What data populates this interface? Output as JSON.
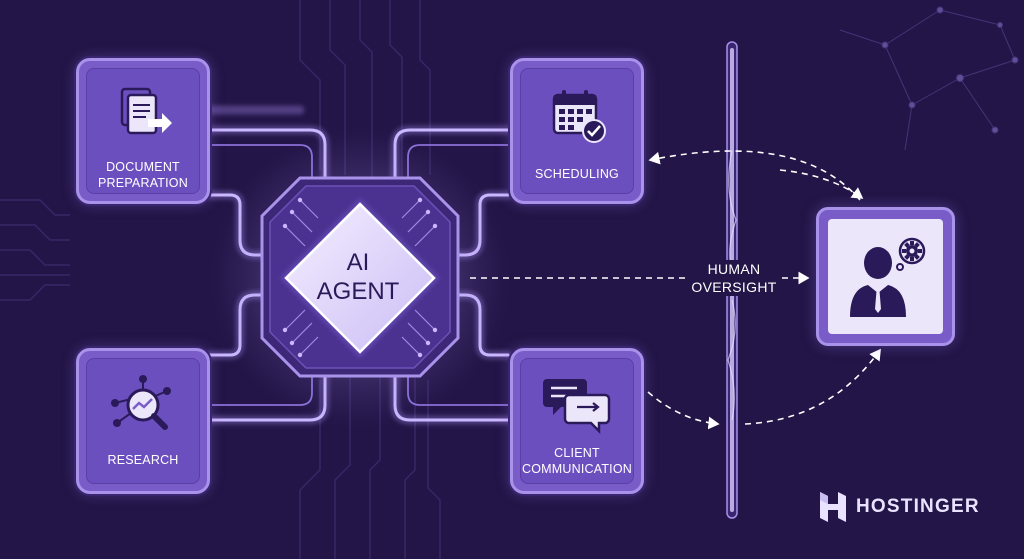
{
  "tasks": {
    "document_preparation": {
      "label": "DOCUMENT\nPREPARATION",
      "icon": "document-arrow-icon"
    },
    "scheduling": {
      "label": "SCHEDULING",
      "icon": "calendar-check-icon"
    },
    "research": {
      "label": "RESEARCH",
      "icon": "magnifier-network-icon"
    },
    "client_communication": {
      "label": "CLIENT\nCOMMUNICATION",
      "icon": "chat-bubbles-icon"
    }
  },
  "center": {
    "label": "AI\nAGENT",
    "icon": "circuit-chip-icon"
  },
  "oversight": {
    "label": "HUMAN\nOVERSIGHT"
  },
  "human": {
    "icon": "person-gear-icon"
  },
  "brand": {
    "name": "HOSTINGER",
    "logo": "hostinger-h-logo"
  },
  "colors": {
    "background": "#231547",
    "tile": "#7a5cc9",
    "tile_border": "#a892ea",
    "glow": "#d9ccff"
  }
}
